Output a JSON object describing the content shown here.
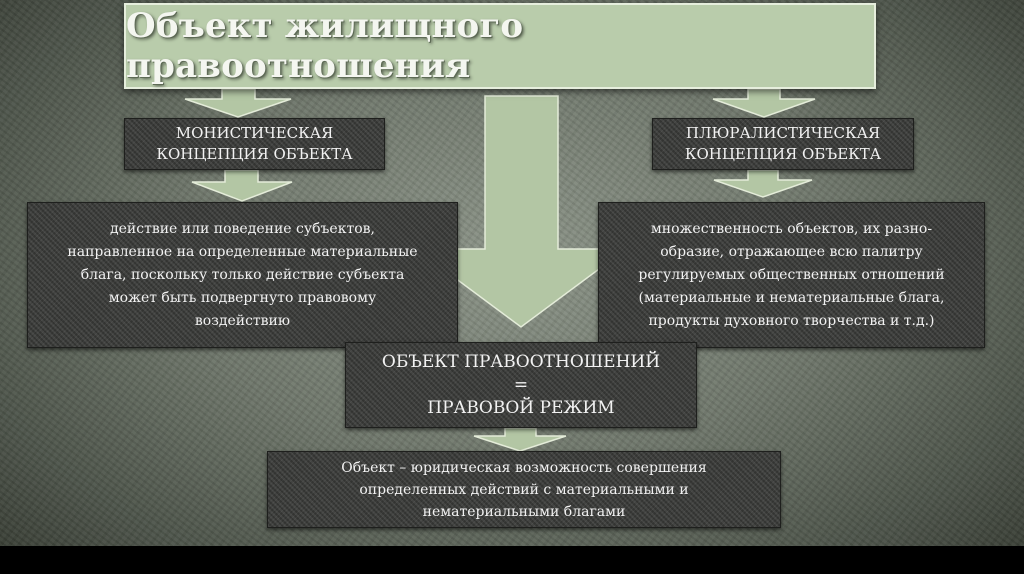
{
  "title": "Объект жилищного правоотношения",
  "monistic": {
    "label": "МОНИСТИЧЕСКАЯ\nКОНЦЕПЦИЯ ОБЪЕКТА",
    "description": "действие или поведение субъектов,\nнаправленное на определенные материальные\nблага, поскольку только действие субъекта\nможет быть подвергнуто правовому\nвоздействию"
  },
  "pluralistic": {
    "label": "ПЛЮРАЛИСТИЧЕСКАЯ\nКОНЦЕПЦИЯ ОБЪЕКТА",
    "description": "множественность объектов, их разно-\nобразие, отражающее всю палитру\nрегулируемых общественных отношений\n(материальные и нематериальные блага,\nпродукты духовного творчества и т.д.)"
  },
  "center": {
    "line1": "ОБЪЕКТ ПРАВООТНОШЕНИЙ",
    "line2": "=",
    "line3": "ПРАВОВОЙ РЕЖИМ"
  },
  "bottom": {
    "text": "Объект – юридическая возможность совершения\nопределенных действий с материальными и\nнематериальными благами"
  },
  "colors": {
    "title_fill": "#b9ccab",
    "arrow_fill": "#b3c6a4",
    "box_fill": "#3a3b39",
    "text": "#f2f2f2"
  }
}
